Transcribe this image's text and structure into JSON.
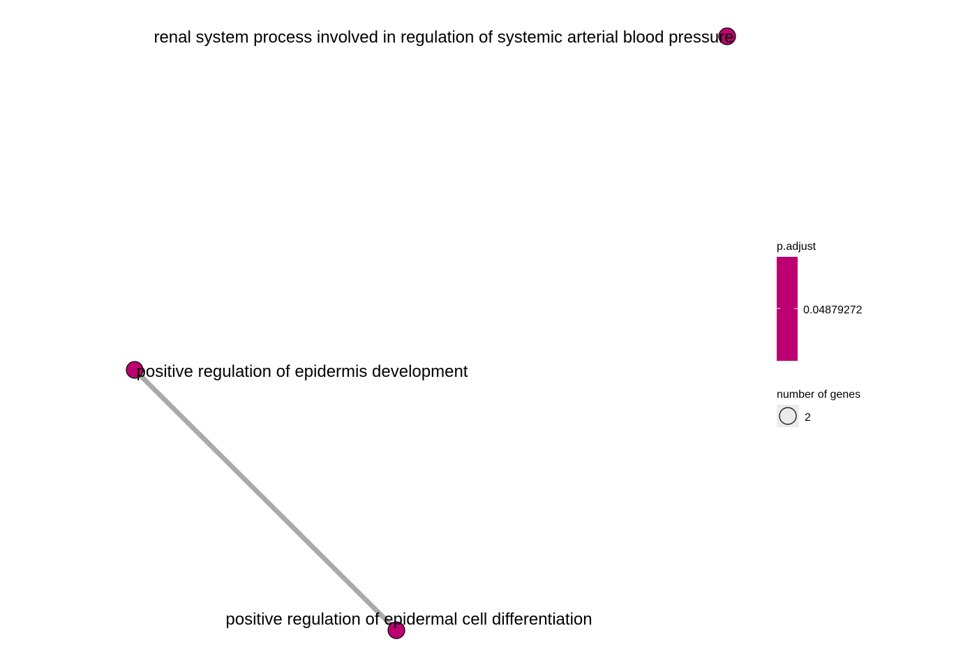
{
  "network": {
    "nodes": [
      {
        "id": "renal",
        "label": "renal system process involved in regulation of systemic arterial blood pressure",
        "p_adjust": 0.04879272,
        "gene_count": 2
      },
      {
        "id": "epidermis_dev",
        "label": "positive regulation of epidermis development",
        "p_adjust": 0.04879272,
        "gene_count": 2
      },
      {
        "id": "epidermal_diff",
        "label": "positive regulation of epidermal cell differentiation",
        "p_adjust": 0.04879272,
        "gene_count": 2
      }
    ],
    "edges": [
      {
        "source": "epidermis_dev",
        "target": "epidermal_diff"
      }
    ],
    "node_color": "#bd0071",
    "edge_color": "#aaaaaa"
  },
  "legend": {
    "color_title": "p.adjust",
    "color_value_label": "0.04879272",
    "color": "#bd0071",
    "size_title": "number of genes",
    "size_value_label": "2"
  }
}
